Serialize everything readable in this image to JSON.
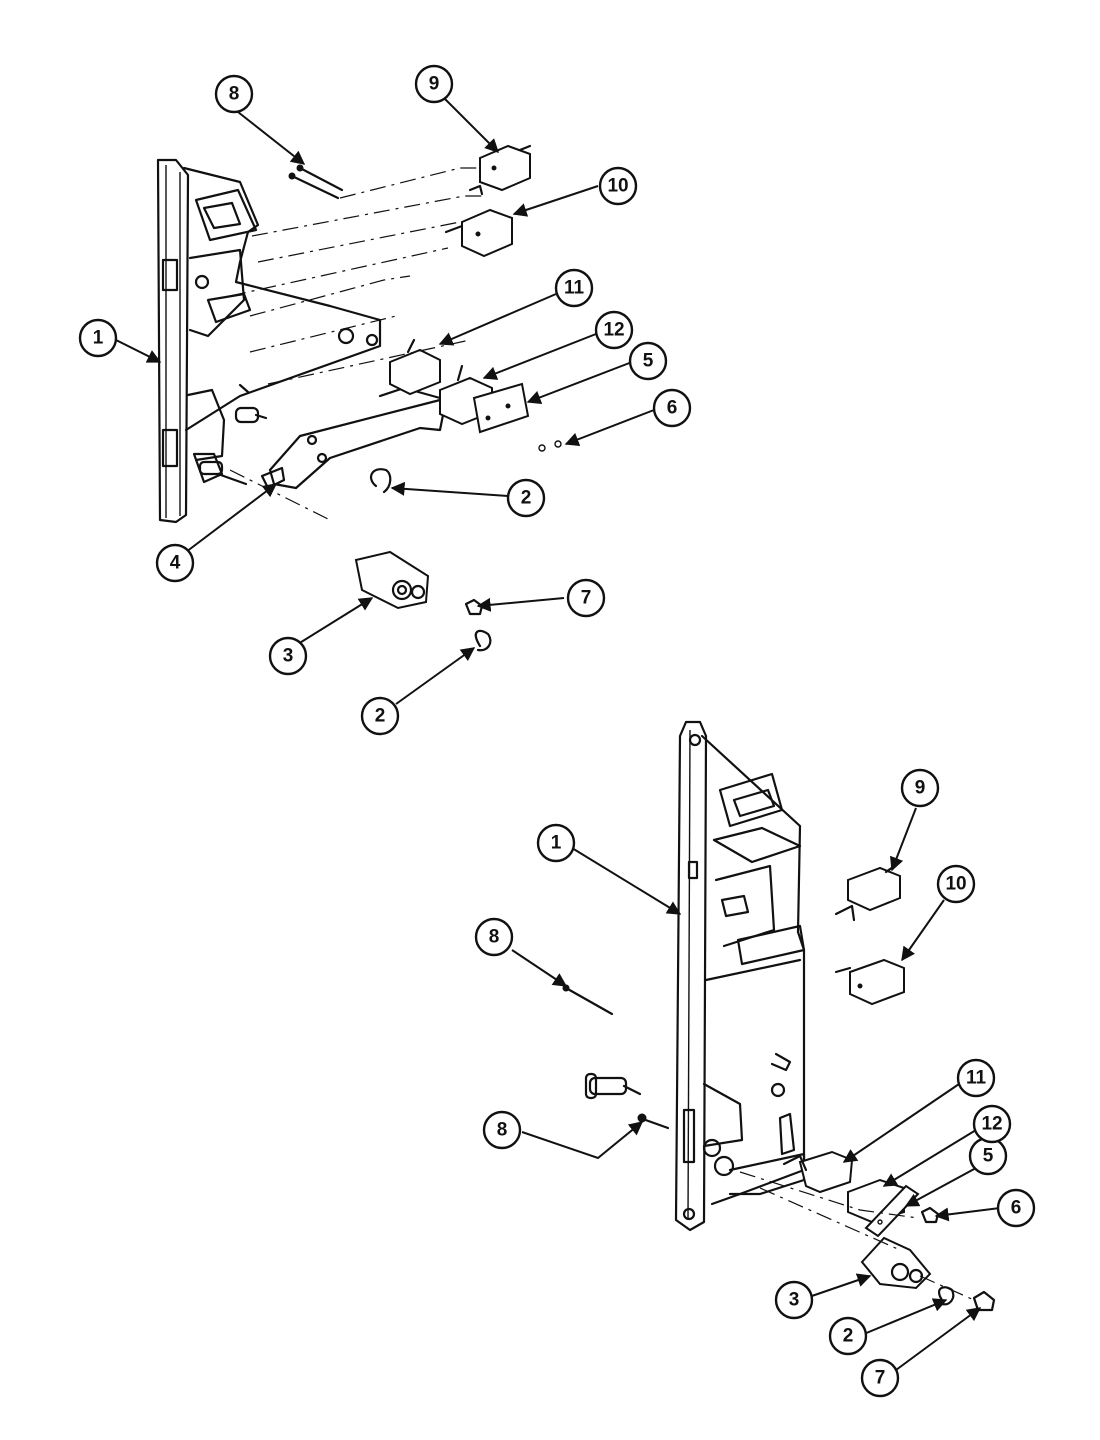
{
  "callouts": [
    {
      "id": "a1",
      "label": "1"
    },
    {
      "id": "a2a",
      "label": "2"
    },
    {
      "id": "a2b",
      "label": "2"
    },
    {
      "id": "a3",
      "label": "3"
    },
    {
      "id": "a4",
      "label": "4"
    },
    {
      "id": "a5",
      "label": "5"
    },
    {
      "id": "a6",
      "label": "6"
    },
    {
      "id": "a7",
      "label": "7"
    },
    {
      "id": "a8",
      "label": "8"
    },
    {
      "id": "a9",
      "label": "9"
    },
    {
      "id": "a10",
      "label": "10"
    },
    {
      "id": "a11",
      "label": "11"
    },
    {
      "id": "a12",
      "label": "12"
    },
    {
      "id": "b1",
      "label": "1"
    },
    {
      "id": "b2",
      "label": "2"
    },
    {
      "id": "b3",
      "label": "3"
    },
    {
      "id": "b5",
      "label": "5"
    },
    {
      "id": "b6",
      "label": "6"
    },
    {
      "id": "b7",
      "label": "7"
    },
    {
      "id": "b8a",
      "label": "8"
    },
    {
      "id": "b8b",
      "label": "8"
    },
    {
      "id": "b9",
      "label": "9"
    },
    {
      "id": "b10",
      "label": "10"
    },
    {
      "id": "b11",
      "label": "11"
    },
    {
      "id": "b12",
      "label": "12"
    }
  ]
}
